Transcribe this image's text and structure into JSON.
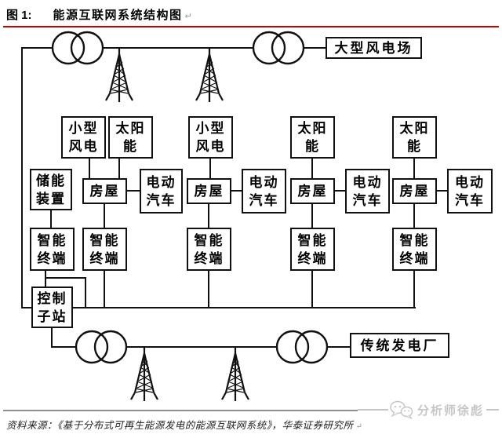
{
  "header": {
    "figure_label": "图 1:",
    "title": "能源互联网系统结构图",
    "return_mark": "↵"
  },
  "diagram": {
    "node_labels": {
      "small_wind": "小型风电",
      "solar": "太阳能",
      "house": "房屋",
      "electric_vehicle": "电动汽车",
      "smart_terminal": "智能终端",
      "energy_storage": "储能装置",
      "control_substation": "控制子站",
      "large_wind_farm": "大型风电场",
      "traditional_power_plant": "传统发电厂"
    },
    "icons": {
      "transformer": "two-overlapping-circles",
      "radio_tower": "lattice-mast-tower",
      "wechat": "chat-bubbles"
    }
  },
  "footer": {
    "source": "资料来源：《基于分布式可再生能源发电的能源互联网系统》，华泰证券研究所",
    "return_mark": "↵"
  },
  "watermark": {
    "analyst": "分析师徐彪"
  },
  "colors": {
    "accent_red": "#cc0000",
    "line": "#111111",
    "watermark": "#c6c6c6"
  }
}
